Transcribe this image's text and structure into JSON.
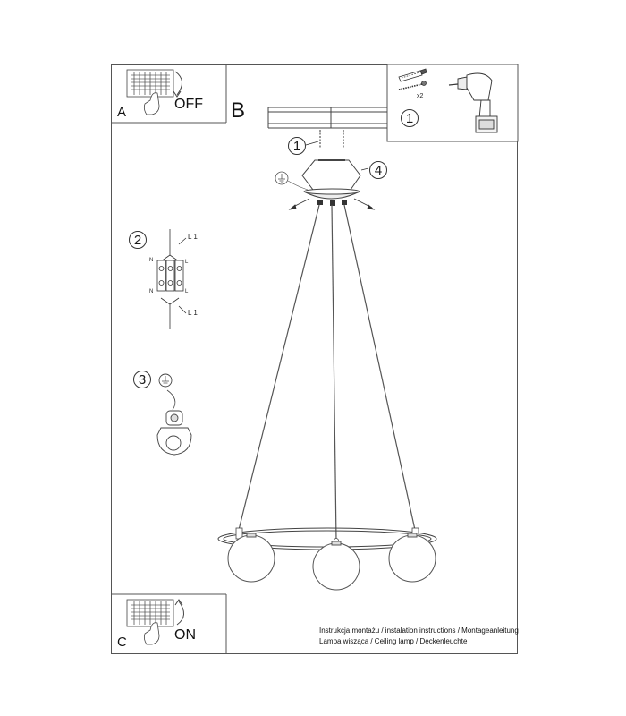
{
  "panels": {
    "a": {
      "letter": "A",
      "switch_label": "OFF"
    },
    "b": {
      "letter": "B"
    },
    "c": {
      "letter": "C",
      "switch_label": "ON"
    }
  },
  "steps": {
    "step1_main": "1",
    "step1_box": "1",
    "step2": "2",
    "step3": "3",
    "step4": "4"
  },
  "hardware": {
    "quantity_label": "x2"
  },
  "wiring": {
    "top_line_label": "L 1",
    "bottom_line_label": "L 1",
    "n_top": "N",
    "n_bottom": "N",
    "l_top": "L",
    "l_bottom": "L"
  },
  "footer": {
    "line1": "Instrukcja montażu / instalation instructions / Montageanleitung",
    "line2": "Lampa wisząca / Ceiling lamp / Deckenleuchte"
  }
}
